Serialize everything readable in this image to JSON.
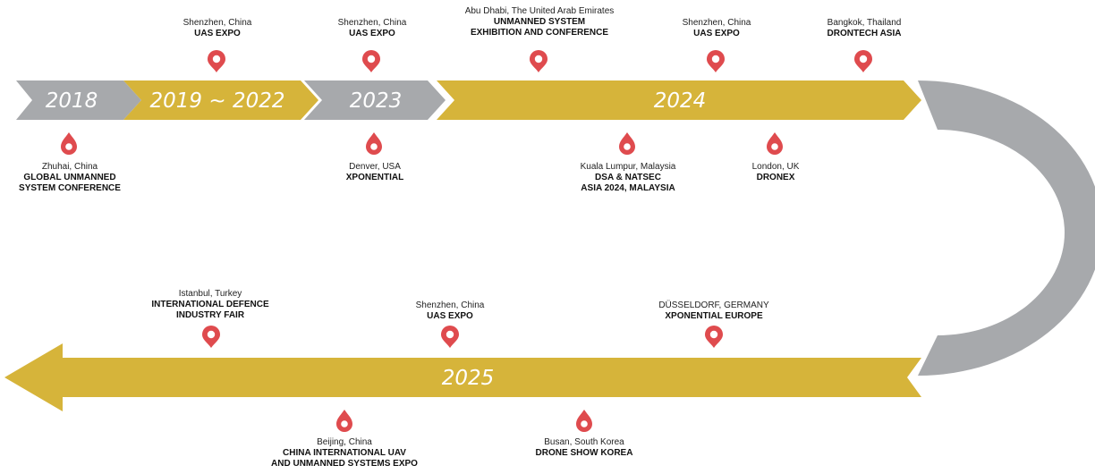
{
  "colors": {
    "gold": "#d6b43a",
    "gray": "#a7a9ac",
    "red": "#df4b4e"
  },
  "years": {
    "y2018": "2018",
    "y2019": "2019 ~ 2022",
    "y2023": "2023",
    "y2024": "2024",
    "y2025": "2025"
  },
  "events": {
    "e2019_top": {
      "city": "Shenzhen, China",
      "name": [
        "UAS EXPO"
      ]
    },
    "e2023_top": {
      "city": "Shenzhen, China",
      "name": [
        "UAS EXPO"
      ]
    },
    "e2024_abu": {
      "city": "Abu Dhabi, The United Arab Emirates",
      "name": [
        "UNMANNED SYSTEM",
        "EXHIBITION AND CONFERENCE"
      ]
    },
    "e2024_shz": {
      "city": "Shenzhen, China",
      "name": [
        "UAS EXPO"
      ]
    },
    "e2024_bkk": {
      "city": "Bangkok, Thailand",
      "name": [
        "DRONTECH ASIA"
      ]
    },
    "e2018_bot": {
      "city": "Zhuhai, China",
      "name": [
        "GLOBAL UNMANNED",
        "SYSTEM CONFERENCE"
      ]
    },
    "e2023_bot": {
      "city": "Denver, USA",
      "name": [
        "XPONENTIAL"
      ]
    },
    "e2024_kl": {
      "city": "Kuala Lumpur, Malaysia",
      "name": [
        "DSA & NATSEC",
        "ASIA 2024, MALAYSIA"
      ]
    },
    "e2024_lon": {
      "city": "London, UK",
      "name": [
        "DRONEX"
      ]
    },
    "e2025_ist": {
      "city": "Istanbul, Turkey",
      "name": [
        "INTERNATIONAL DEFENCE",
        "INDUSTRY FAIR"
      ]
    },
    "e2025_shz": {
      "city": "Shenzhen, China",
      "name": [
        "UAS EXPO"
      ]
    },
    "e2025_dus": {
      "city": "DÜSSELDORF, GERMANY",
      "name": [
        "XPONENTIAL EUROPE"
      ]
    },
    "e2025_bj": {
      "city": "Beijing, China",
      "name": [
        "CHINA INTERNATIONAL UAV",
        "AND UNMANNED SYSTEMS EXPO"
      ]
    },
    "e2025_busan": {
      "city": "Busan, South Korea",
      "name": [
        "DRONE SHOW KOREA"
      ]
    }
  }
}
